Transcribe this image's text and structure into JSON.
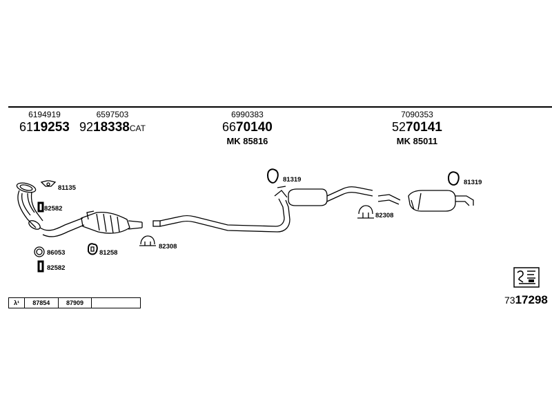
{
  "parts": [
    {
      "code_top": "6194919",
      "prefix": "61",
      "main": "19253",
      "suffix": ""
    },
    {
      "code_top": "6597503",
      "prefix": "92",
      "main": "18338",
      "suffix": "CAT"
    },
    {
      "code_top": "6990383",
      "prefix": "66",
      "main": "70140",
      "suffix": "",
      "mk": "MK  85816"
    },
    {
      "code_top": "7090353",
      "prefix": "52",
      "main": "70141",
      "suffix": "",
      "mk": "MK  85011"
    }
  ],
  "labels": {
    "l81135": "81135",
    "l82582a": "82582",
    "l86053": "86053",
    "l82582b": "82582",
    "l81258": "81258",
    "l82308a": "82308",
    "l81319a": "81319",
    "l82308b": "82308",
    "l81319b": "81319"
  },
  "footer": {
    "lambda": "λ¹",
    "c1": "87854",
    "c2": "87909",
    "c3": ""
  },
  "bottom": {
    "prefix": "73",
    "main": "17298"
  }
}
